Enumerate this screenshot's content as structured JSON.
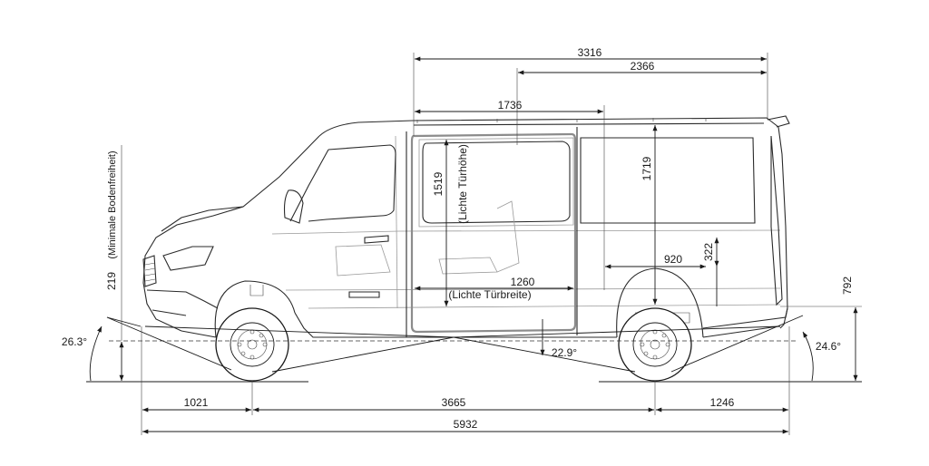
{
  "dimensions": {
    "load_length": "3316",
    "load_length_partial": "2366",
    "door_height_ext": "1736",
    "interior_height": "1719",
    "door_height_value": "1519",
    "door_height_label": "(Lichte Türhöhe)",
    "door_width_value": "1260",
    "door_width_label": "(Lichte Türbreite)",
    "wheel_arch_width": "920",
    "arch_height": "322",
    "load_sill_height": "792",
    "ground_clearance_value": "219",
    "ground_clearance_label": "(Minimale Bodenfreiheit)",
    "approach_angle": "26.3°",
    "breakover_angle": "22.9°",
    "departure_angle": "24.6°",
    "front_overhang": "1021",
    "wheelbase": "3665",
    "rear_overhang": "1246",
    "total_length": "5932"
  }
}
